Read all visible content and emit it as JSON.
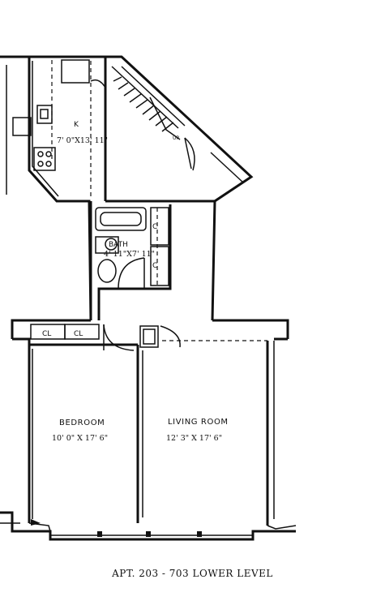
{
  "rooms": {
    "kitchen": {
      "name": "K",
      "dims": "7' 0\"X13' 11\""
    },
    "bath": {
      "name": "BATH",
      "dims": "4' 11\"X7' 11\""
    },
    "bedroom": {
      "name": "BEDROOM",
      "dims": "10' 0\" X 17' 6\""
    },
    "living": {
      "name": "LIVING ROOM",
      "dims": "12' 3\"  X  17' 6\""
    }
  },
  "closets": {
    "left": "CL",
    "right": "CL",
    "bath_upper": "C",
    "bath_lower": "C"
  },
  "stair": {
    "label": "UP"
  },
  "caption": "APT. 203 - 703 LOWER LEVEL"
}
